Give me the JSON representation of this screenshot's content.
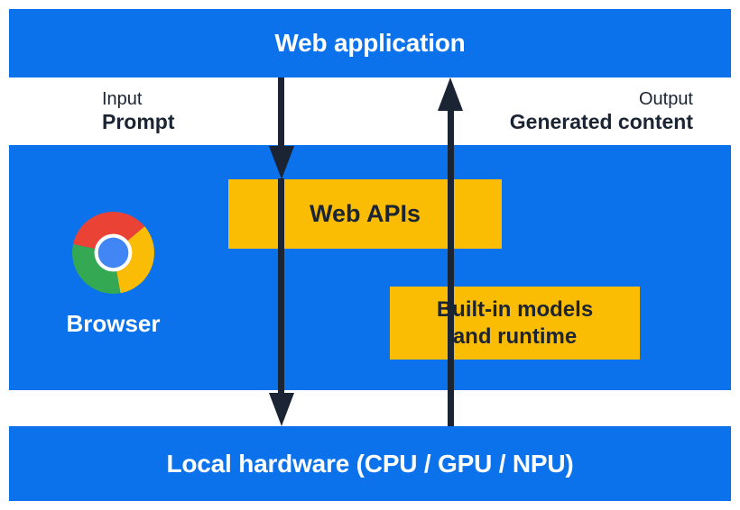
{
  "diagram": {
    "top_bar": {
      "label": "Web application"
    },
    "flow_labels": {
      "input": {
        "kind": "Input",
        "value": "Prompt"
      },
      "output": {
        "kind": "Output",
        "value": "Generated content"
      }
    },
    "browser_panel": {
      "browser_label": "Browser",
      "logo": "chrome-logo",
      "web_apis_box": {
        "label": "Web APIs"
      },
      "builtin_box": {
        "line1": "Built-in models",
        "line2": "and runtime"
      }
    },
    "bottom_bar": {
      "label": "Local hardware (CPU / GPU / NPU)"
    },
    "arrows": {
      "down_arrow": "web-application-to-local-hardware",
      "up_arrow": "local-hardware-to-web-application"
    },
    "colors": {
      "panel_blue": "#0b72ec",
      "box_yellow": "#fbbc04",
      "arrow_dark_navy": "#1b2433",
      "text_white": "#ffffff",
      "logo_red": "#ea4335",
      "logo_yellow": "#fbbc05",
      "logo_green": "#34a853",
      "logo_blue": "#4285f4"
    }
  }
}
